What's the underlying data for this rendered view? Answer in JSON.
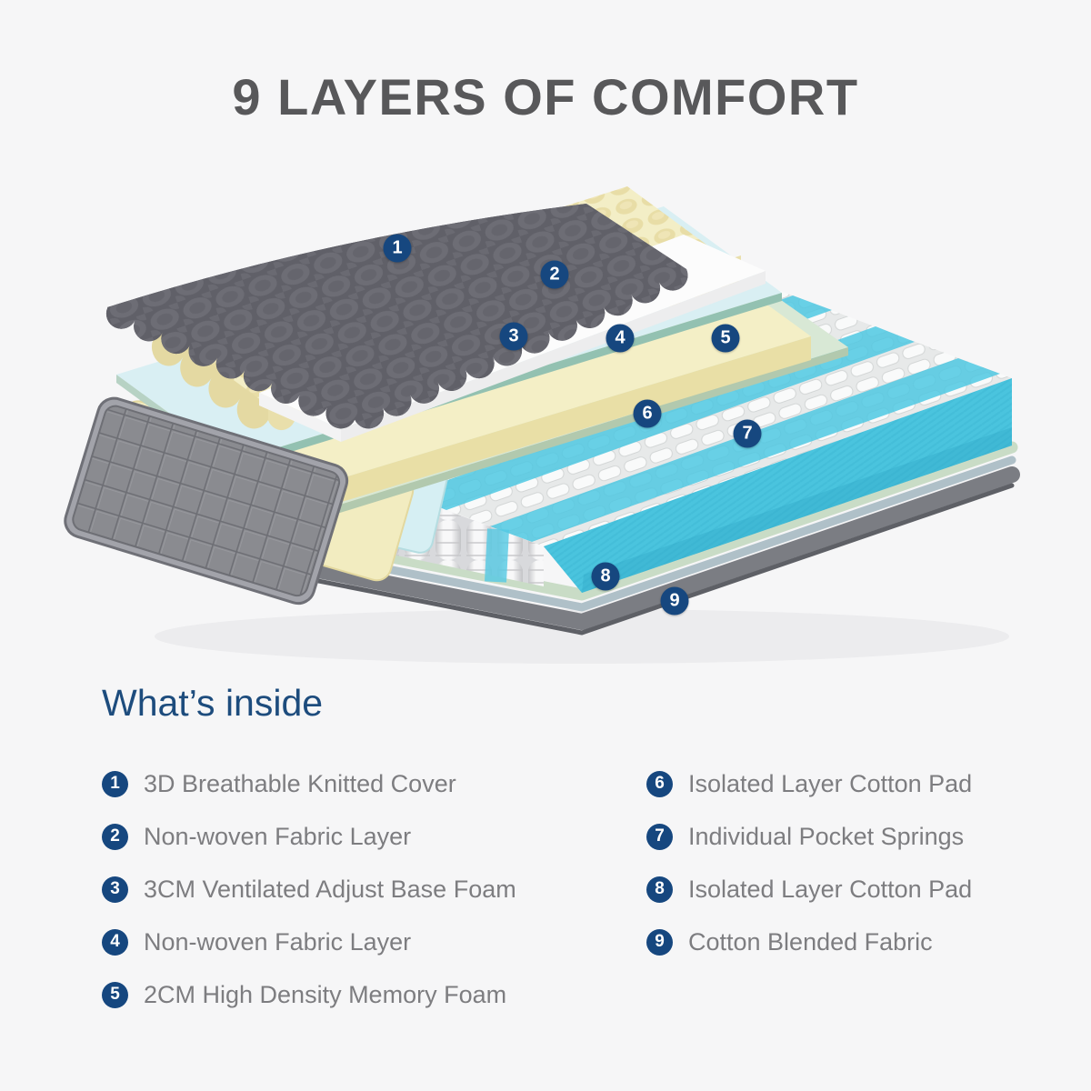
{
  "title": {
    "text": "9 LAYERS OF COMFORT",
    "color": "#58585a"
  },
  "section_heading": {
    "text": "What’s inside",
    "color": "#1d4c7d"
  },
  "legend": {
    "left": [
      {
        "num": "1",
        "label": "3D Breathable Knitted Cover"
      },
      {
        "num": "2",
        "label": "Non-woven Fabric Layer"
      },
      {
        "num": "3",
        "label": "3CM Ventilated Adjust Base Foam"
      },
      {
        "num": "4",
        "label": "Non-woven Fabric Layer"
      },
      {
        "num": "5",
        "label": "2CM High Density Memory Foam"
      }
    ],
    "right": [
      {
        "num": "6",
        "label": "Isolated Layer Cotton Pad"
      },
      {
        "num": "7",
        "label": "Individual Pocket Springs"
      },
      {
        "num": "8",
        "label": "Isolated Layer Cotton Pad"
      },
      {
        "num": "9",
        "label": "Cotton Blended Fabric"
      }
    ]
  },
  "diagram": {
    "badge_color": "#16477f",
    "badges": [
      "1",
      "2",
      "3",
      "4",
      "5",
      "6",
      "7",
      "8",
      "9"
    ],
    "layers": [
      {
        "name": "knitted-cover",
        "color": "#64646c"
      },
      {
        "name": "non-woven-fabric-top",
        "color": "#fcfcfc"
      },
      {
        "name": "ventilated-base-foam",
        "color": "#f3eec6"
      },
      {
        "name": "non-woven-fabric-mid",
        "color": "#d9eff3"
      },
      {
        "name": "memory-foam",
        "color": "#f4efc6"
      },
      {
        "name": "cotton-pad-upper",
        "color": "#d8e8d5"
      },
      {
        "name": "pocket-springs",
        "color": "#4ac4de"
      },
      {
        "name": "cotton-pad-lower",
        "color": "#c9dcc6"
      },
      {
        "name": "cotton-blended-fabric",
        "color": "#7b7d83"
      }
    ],
    "side_panel_color": "#8a8b90",
    "background": "#f6f6f7"
  }
}
